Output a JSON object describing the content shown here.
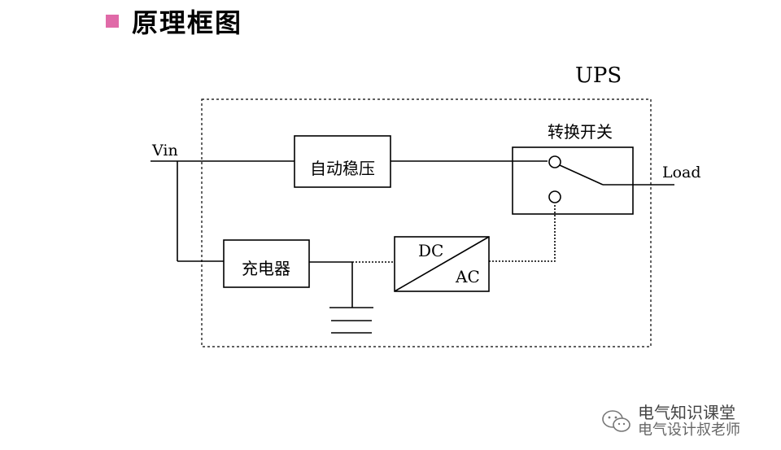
{
  "title": {
    "text": "原理框图",
    "bullet_color": "#e06aa8"
  },
  "diagram": {
    "container_label": "UPS",
    "input_label": "Vin",
    "output_label": "Load",
    "avr_label": "自动稳压",
    "switch_label": "转换开关",
    "charger_label": "充电器",
    "inverter_dc": "DC",
    "inverter_ac": "AC"
  },
  "watermark": {
    "line1": "电气知识课堂",
    "line2": "电气设计叔老师",
    "icon": "wechat-icon"
  }
}
